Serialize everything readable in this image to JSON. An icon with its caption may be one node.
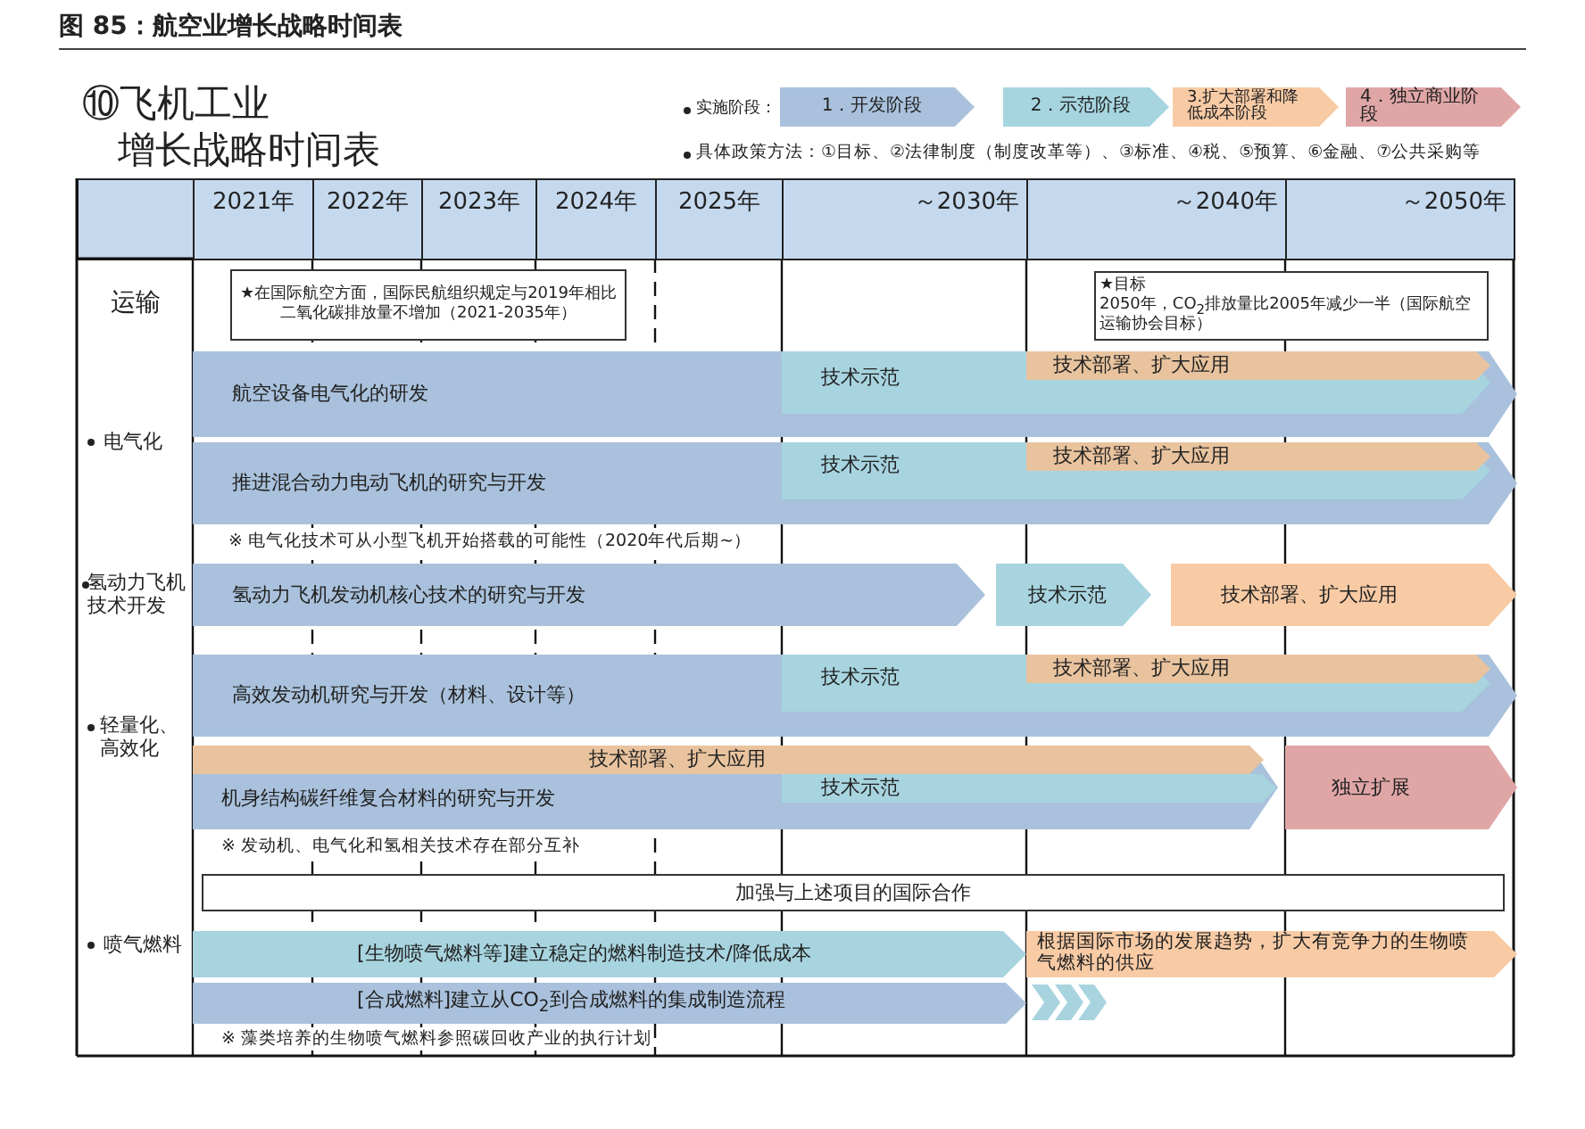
{
  "diagram": {
    "title": "图 85：航空业增长战略时间表",
    "nodes": [
      {
        "text": [
          "★在国际航空方面，国际民航组织规定与2019年相比二氧化碳排放量不增加（2021-2035年）"
        ]
      },
      {
        "text": [
          "★目标",
          "2050年，CO$_{2}$排放量比2005年减少一半（国际航空运输协会目标）"
        ]
      },
      {
        "text": [
          "航空设备电气化的研发"
        ]
      },
      {
        "text": [
          "技术示范"
        ],
        "in": 2
      },
      {
        "text": [
          "技术部署、扩大应用"
        ],
        "in": 3
      },
      {
        "text": [
          "推进混合动力电动飞机的研究与开发"
        ]
      },
      {
        "text": [
          "技术示范"
        ],
        "in": 5
      },
      {
        "text": [
          "技术部署、扩大应用"
        ],
        "in": 6
      },
      {
        "text": [
          "氢动力飞机发动机核心技术的研究与开发"
        ]
      },
      {
        "text": [
          "技术示范"
        ]
      },
      {
        "text": [
          "技术部署、扩大应用"
        ]
      },
      {
        "text": [
          "高效发动机研究与开发（材料、设计等）"
        ]
      },
      {
        "text": [
          "技术示范"
        ],
        "in": 11
      },
      {
        "text": [
          "技术部署、扩大应用"
        ],
        "in": 12
      },
      {
        "text": [
          "机身结构碳纤维复合材料的研究与开发"
        ]
      },
      {
        "text": [
          "技术部署、扩大应用"
        ],
        "in": 14
      },
      {
        "text": [
          "技术示范"
        ],
        "in": 14
      },
      {
        "text": [
          "独立扩展"
        ]
      },
      {
        "text": [
          "加强与上述项目的国际合作"
        ]
      },
      {
        "text": [
          "[生物喷气燃料等]建立稳定的燃料制造技术/降低成本"
        ]
      },
      {
        "text": [
          "根据国际市场的发展趋势，扩大有竞争力的生物喷气燃料的供应"
        ]
      },
      {
        "text": [
          "[合成燃料]建立从CO$_{2}$到合成燃料的集成制造流程"
        ]
      },
      {
        "text": [],
        "shape": "chevron"
      }
    ],
    "labels": [
      "⑩飞机工业",
      "增长战略时间表",
      "实施阶段：",
      "具体政策方法：①目标、②法律制度（制度改革等）、③标准、④税、⑤预算、⑥金融、⑦公共采购等",
      "2021年",
      "2022年",
      "2023年",
      "2024年",
      "2025年",
      "～2030年",
      "～2040年",
      "～2050年",
      "运输",
      "电气化",
      "※ 电气化技术可从小型飞机开始搭载的可能性（2020年代后期~）",
      "氢动力飞机技术开发",
      "轻量化、高效化",
      "※ 发动机、电气化和氢相关技术存在部分互补",
      "喷气燃料",
      "※ 藻类培养的生物喷气燃料参照碳回收产业的执行计划"
    ],
    "legend": [
      {
        "text": "1．开发阶段",
        "color": "#a9c1dc"
      },
      {
        "text": "2．示范阶段",
        "color": "#a6d5e0"
      },
      {
        "text": "3.扩大部署和降低成本阶段",
        "color": "#f8cba5"
      },
      {
        "text": "4．独立商业阶段",
        "color": "#e0a6a6"
      }
    ]
  }
}
